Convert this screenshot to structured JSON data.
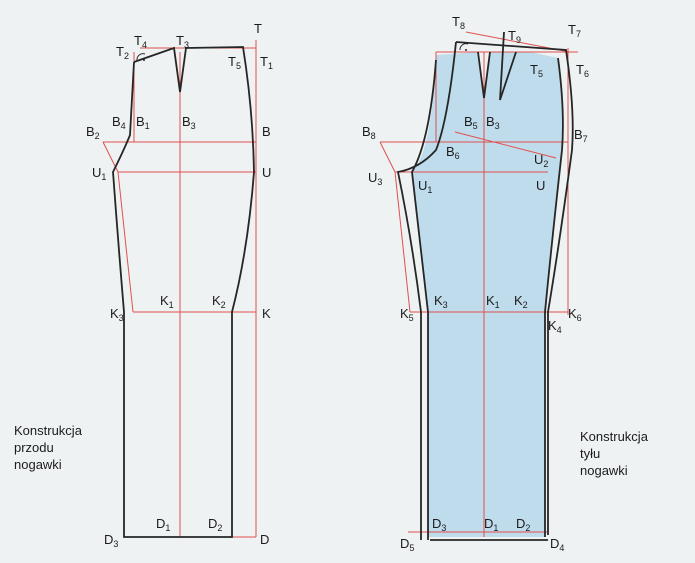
{
  "captions": {
    "front": [
      "Konstrukcja",
      "przodu",
      "nogawki"
    ],
    "back": [
      "Konstrukcja",
      "tyłu",
      "nogawki"
    ]
  },
  "labels": {
    "front": {
      "T": "T",
      "T1": "T1",
      "T2": "T2",
      "T3": "T3",
      "T4": "T4",
      "T5": "T5",
      "B": "B",
      "B1": "B1",
      "B2": "B2",
      "B3": "B3",
      "B4": "B4",
      "U": "U",
      "U1": "U1",
      "K": "K",
      "K1": "K1",
      "K2": "K2",
      "K3": "K3",
      "D": "D",
      "D1": "D1",
      "D2": "D2",
      "D3": "D3"
    },
    "back": {
      "T5": "T5",
      "T6": "T6",
      "T7": "T7",
      "T8": "T8",
      "T9": "T9",
      "B3": "B3",
      "B5": "B5",
      "B6": "B6",
      "B7": "B7",
      "B8": "B8",
      "U": "U",
      "U1": "U1",
      "U2": "U2",
      "U3": "U3",
      "K1": "K1",
      "K2": "K2",
      "K3": "K3",
      "K4": "K4",
      "K5": "K5",
      "K6": "K6",
      "D1": "D1",
      "D2": "D2",
      "D3": "D3",
      "D4": "D4",
      "D5": "D5"
    }
  },
  "colors": {
    "background": "#eef2f2",
    "construction_line": "#e0504f",
    "pattern_outline": "#262626",
    "back_fill": "#bfdcec"
  }
}
